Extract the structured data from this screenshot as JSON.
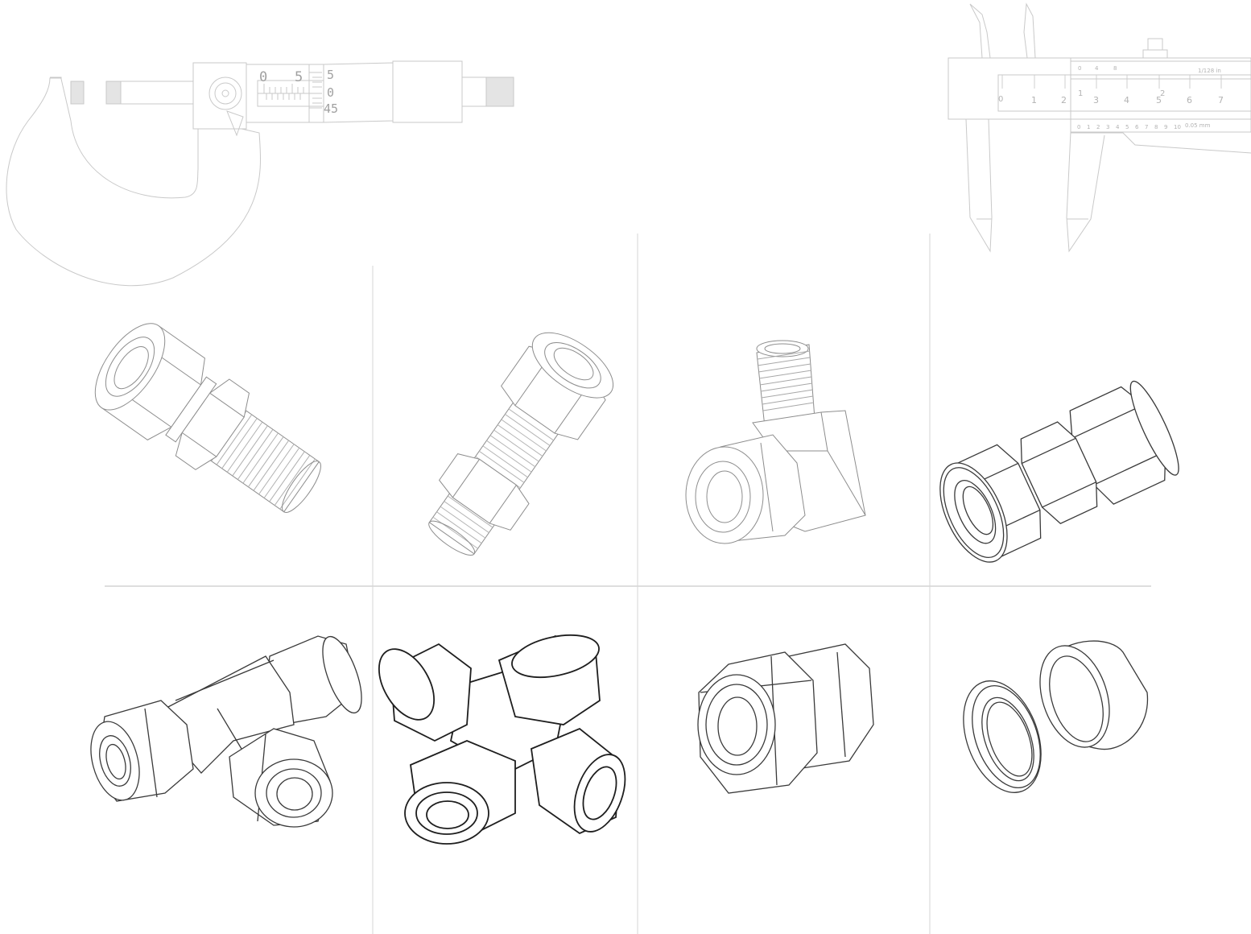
{
  "micrometer": {
    "sleeve_scale": [
      "0",
      "5"
    ],
    "thimble_scale": [
      "5",
      "0",
      "45"
    ]
  },
  "caliper": {
    "inch_scale": [
      "0",
      "1",
      "2",
      "3",
      "4",
      "5",
      "6",
      "7"
    ],
    "vernier_inch": [
      "0",
      "4",
      "8"
    ],
    "vernier_inch_unit": "1/128 in",
    "vernier_mm": [
      "0",
      "1",
      "2",
      "3",
      "4",
      "5",
      "6",
      "7",
      "8",
      "9",
      "10"
    ],
    "vernier_mm_unit": "0.05 mm",
    "main_numbers": [
      "1",
      "2"
    ]
  },
  "colors": {
    "light_line": "#c9c9c9",
    "dark_line": "#2a2a2a",
    "grid_line": "#bdbdbd"
  },
  "fittings": [
    {
      "name": "male-connector-icon"
    },
    {
      "name": "bulkhead-connector-icon"
    },
    {
      "name": "male-elbow-icon"
    },
    {
      "name": "union-icon"
    },
    {
      "name": "union-tee-icon"
    },
    {
      "name": "union-cross-icon"
    },
    {
      "name": "port-connector-icon"
    },
    {
      "name": "ferrule-set-icon"
    }
  ]
}
